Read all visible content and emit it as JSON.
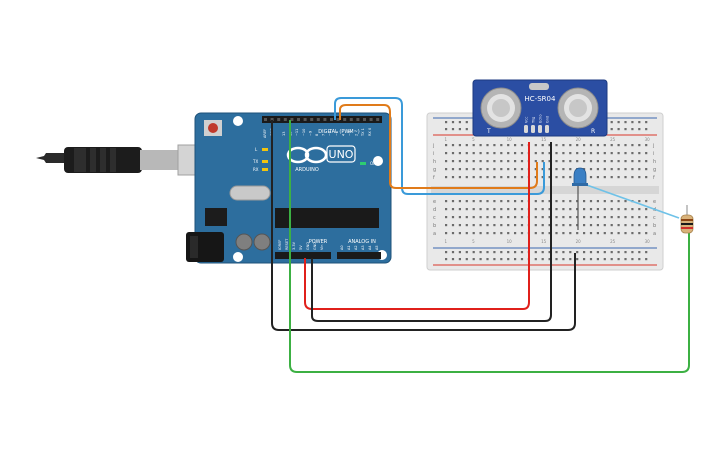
{
  "arduino": {
    "logo": "UNO",
    "sublogo": "ARDUINO",
    "digital_label": "DIGITAL (PWM~)",
    "power_label": "POWER",
    "analog_label": "ANALOG IN",
    "on_label": "ON",
    "tx_label": "TX",
    "rx_label": "RX",
    "l_label": "L",
    "aref_label": "AREF",
    "gnd_label": "GND",
    "ioref_label": "IOREF",
    "reset_label": "RESET",
    "v33_label": "3.3V",
    "v5_label": "5V",
    "vin_label": "Vin",
    "digital_pins": [
      "13",
      "12",
      "~11",
      "~10",
      "~9",
      "8",
      "7",
      "~6",
      "~5",
      "4",
      "~3",
      "2",
      "TX 1",
      "RX 0"
    ],
    "analog_pins": [
      "A0",
      "A1",
      "A2",
      "A3",
      "A4",
      "A5"
    ]
  },
  "sensor": {
    "title": "HC-SR04",
    "t_label": "T",
    "r_label": "R",
    "pin_labels": [
      "Vcc",
      "Trig",
      "Echo",
      "Gnd"
    ]
  },
  "breadboard": {
    "row_letters_top": [
      "j",
      "i",
      "h",
      "g",
      "f"
    ],
    "row_letters_bottom": [
      "e",
      "d",
      "c",
      "b",
      "a"
    ],
    "col_numbers": [
      "1",
      "5",
      "10",
      "15",
      "20",
      "25",
      "30"
    ]
  },
  "colors": {
    "wire_red": "#e0201b",
    "wire_black": "#222222",
    "wire_green": "#3cb043",
    "wire_blue": "#3a9ad9",
    "wire_orange": "#e07b1a",
    "board_blue": "#2d6e9e",
    "sensor_blue": "#2b4ea3",
    "led_blue": "#3a7fc4"
  }
}
